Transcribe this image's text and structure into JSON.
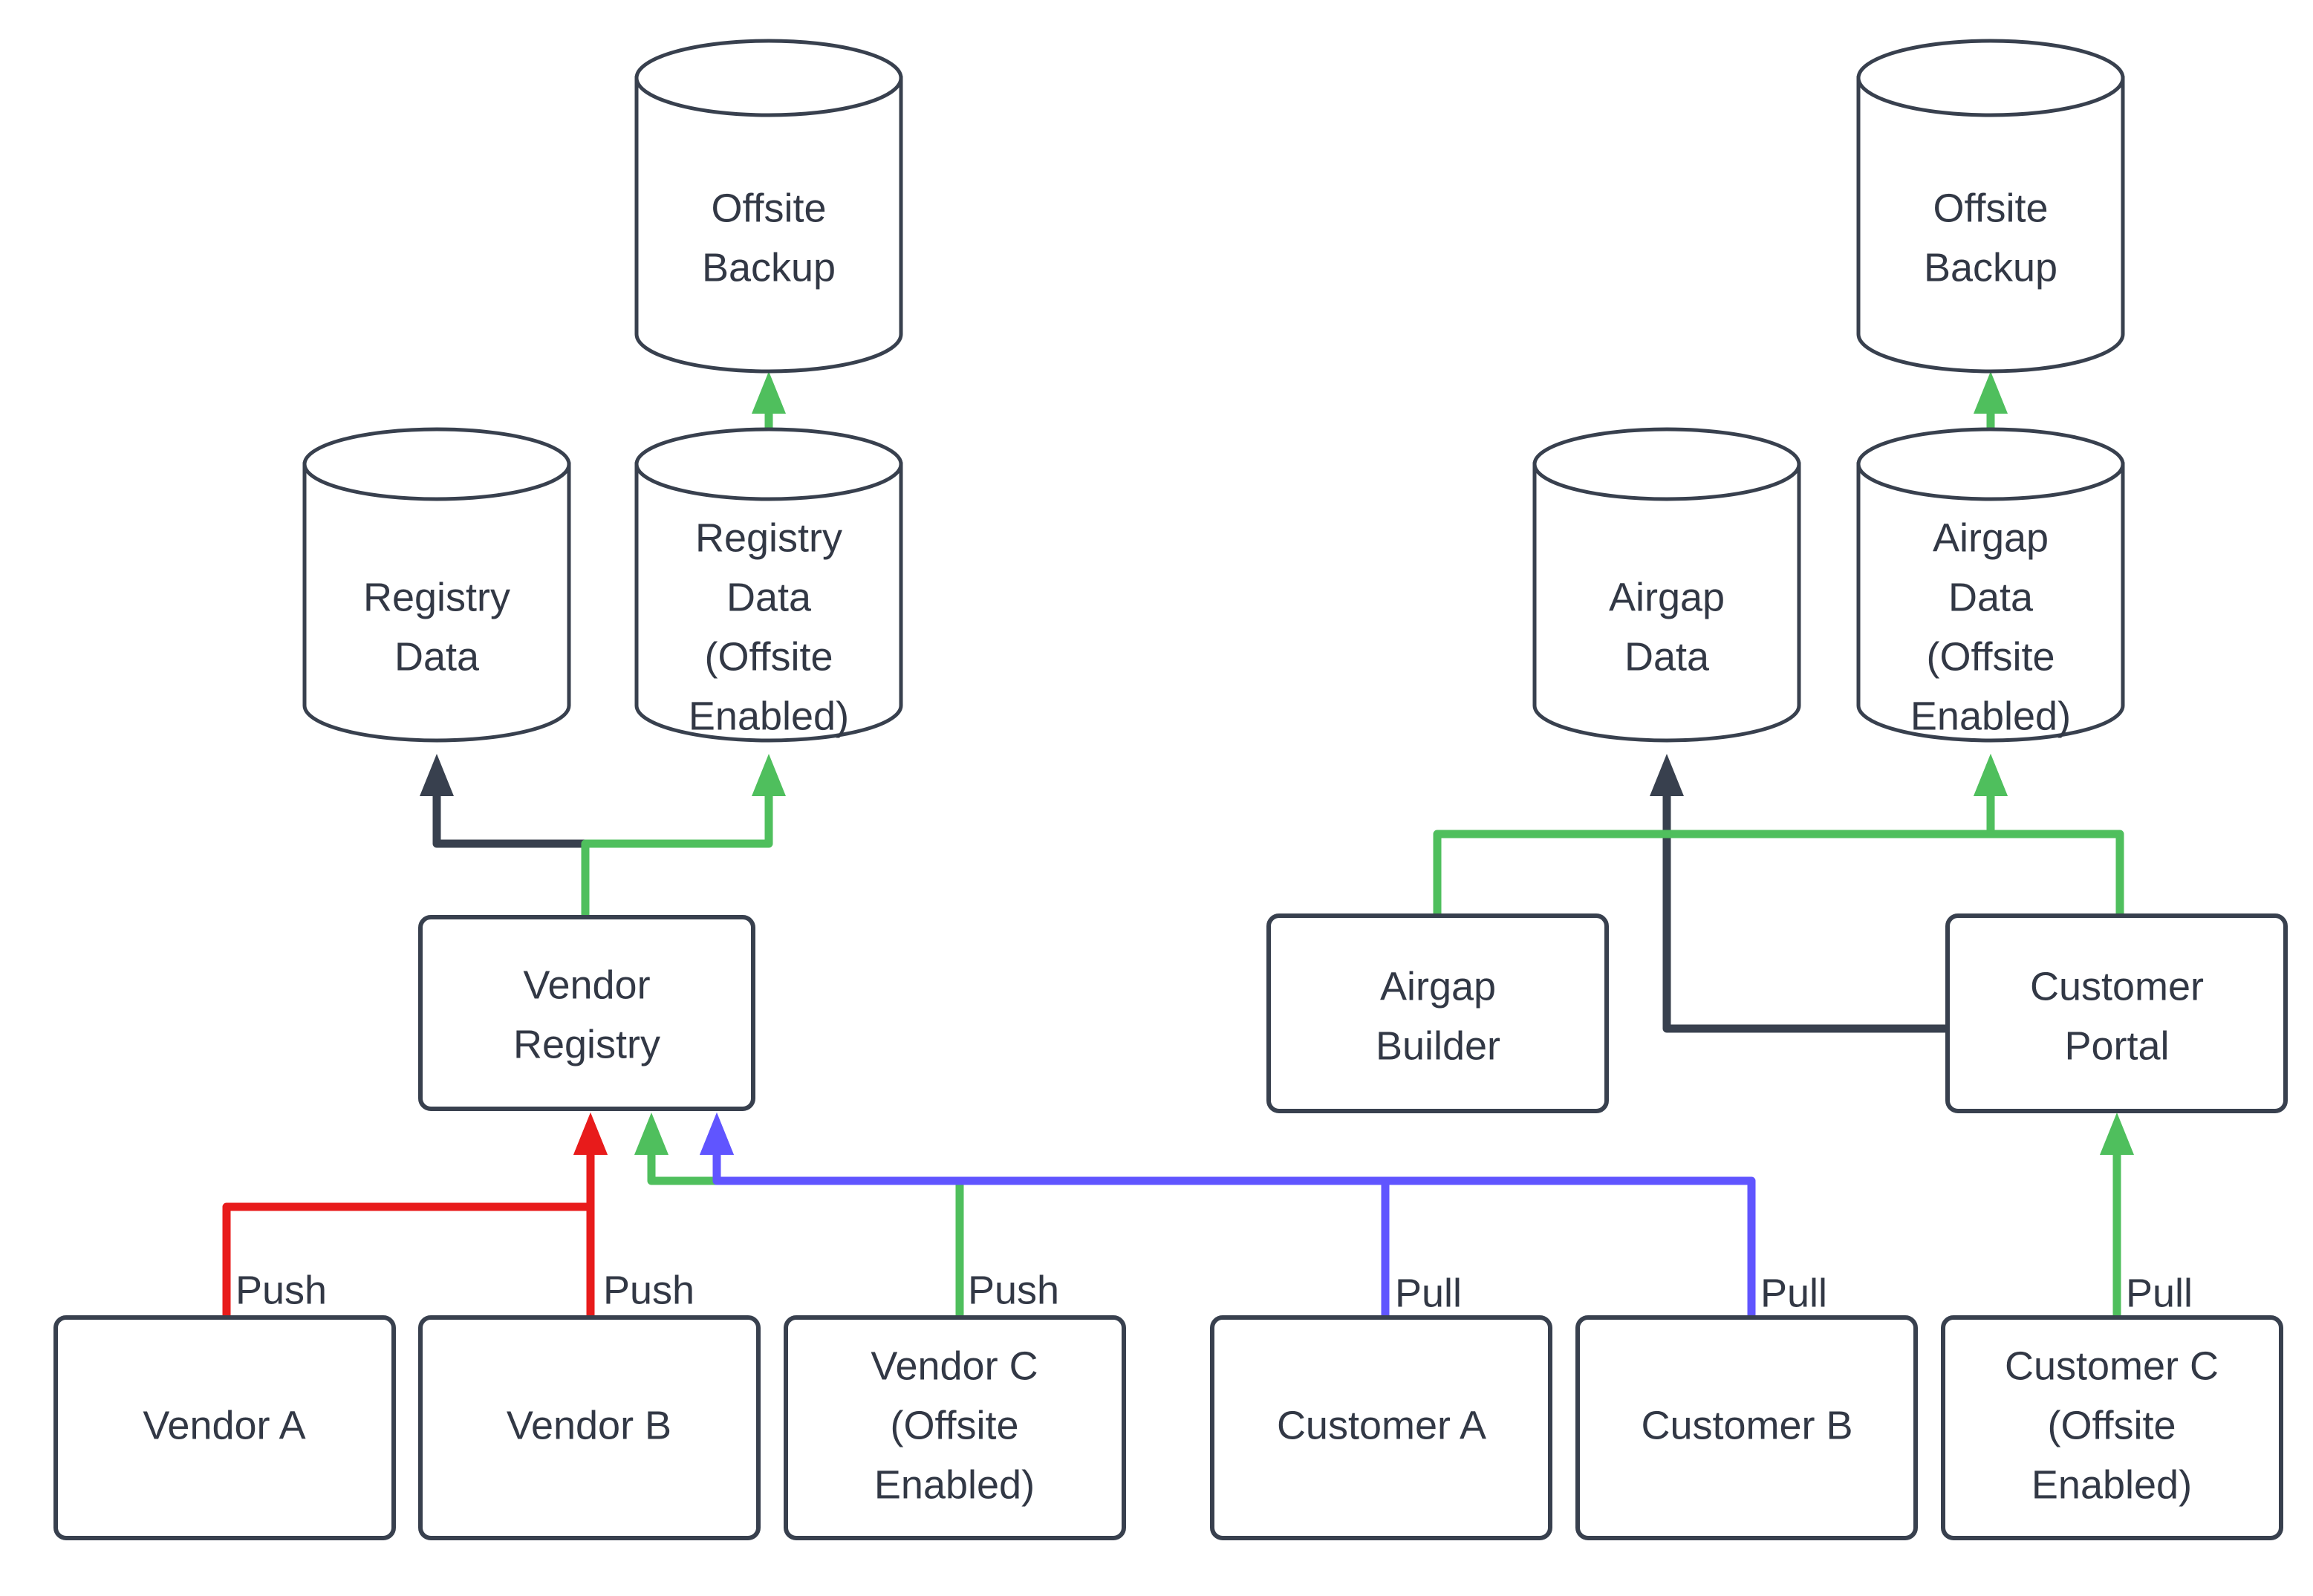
{
  "diagram": {
    "type": "flowchart",
    "background": "#ffffff",
    "colors": {
      "node_stroke": "#38404e",
      "node_fill": "#ffffff",
      "text": "#323845",
      "edge_dark": "#38404e",
      "edge_green": "#4fbf5d",
      "edge_red": "#e81b1b",
      "edge_blue": "#6055ff"
    },
    "nodes": [
      {
        "id": "offsite_backup_left",
        "shape": "cylinder",
        "lines": [
          "Offsite",
          "Backup"
        ]
      },
      {
        "id": "registry_data",
        "shape": "cylinder",
        "lines": [
          "Registry",
          "Data"
        ]
      },
      {
        "id": "registry_data_offsite",
        "shape": "cylinder",
        "lines": [
          "Registry",
          "Data",
          "(Offsite",
          "Enabled)"
        ]
      },
      {
        "id": "vendor_registry",
        "shape": "rect",
        "lines": [
          "Vendor",
          "Registry"
        ]
      },
      {
        "id": "vendor_a",
        "shape": "rect",
        "lines": [
          "Vendor A"
        ]
      },
      {
        "id": "vendor_b",
        "shape": "rect",
        "lines": [
          "Vendor B"
        ]
      },
      {
        "id": "vendor_c",
        "shape": "rect",
        "lines": [
          "Vendor C",
          "(Offsite",
          "Enabled)"
        ]
      },
      {
        "id": "offsite_backup_right",
        "shape": "cylinder",
        "lines": [
          "Offsite",
          "Backup"
        ]
      },
      {
        "id": "airgap_data",
        "shape": "cylinder",
        "lines": [
          "Airgap",
          "Data"
        ]
      },
      {
        "id": "airgap_data_offsite",
        "shape": "cylinder",
        "lines": [
          "Airgap",
          "Data",
          "(Offsite",
          "Enabled)"
        ]
      },
      {
        "id": "airgap_builder",
        "shape": "rect",
        "lines": [
          "Airgap",
          "Builder"
        ]
      },
      {
        "id": "customer_portal",
        "shape": "rect",
        "lines": [
          "Customer",
          "Portal"
        ]
      },
      {
        "id": "customer_a",
        "shape": "rect",
        "lines": [
          "Customer A"
        ]
      },
      {
        "id": "customer_b",
        "shape": "rect",
        "lines": [
          "Customer B"
        ]
      },
      {
        "id": "customer_c",
        "shape": "rect",
        "lines": [
          "Customer C",
          "(Offsite",
          "Enabled)"
        ]
      }
    ],
    "edges": [
      {
        "id": "e1",
        "from": "registry_data_offsite",
        "to": "offsite_backup_left",
        "color": "#4fbf5d",
        "label": ""
      },
      {
        "id": "e2",
        "from": "vendor_registry",
        "to": "registry_data",
        "color": "#38404e",
        "label": ""
      },
      {
        "id": "e3",
        "from": "vendor_registry",
        "to": "registry_data_offsite",
        "color": "#4fbf5d",
        "label": ""
      },
      {
        "id": "e4",
        "from": "vendor_a",
        "to": "vendor_registry",
        "color": "#e81b1b",
        "label": "Push"
      },
      {
        "id": "e5",
        "from": "vendor_b",
        "to": "vendor_registry",
        "color": "#e81b1b",
        "label": "Push"
      },
      {
        "id": "e6",
        "from": "vendor_c",
        "to": "vendor_registry",
        "color": "#4fbf5d",
        "label": "Push"
      },
      {
        "id": "e7",
        "from": "airgap_data_offsite",
        "to": "offsite_backup_right",
        "color": "#4fbf5d",
        "label": ""
      },
      {
        "id": "e8",
        "from": "customer_portal",
        "to": "airgap_data",
        "color": "#38404e",
        "label": ""
      },
      {
        "id": "e9",
        "from": "airgap_builder",
        "to": "airgap_data_offsite",
        "color": "#4fbf5d",
        "label": ""
      },
      {
        "id": "e10",
        "from": "customer_portal",
        "to": "airgap_data_offsite",
        "color": "#4fbf5d",
        "label": ""
      },
      {
        "id": "e11",
        "from": "customer_a",
        "to": "vendor_registry",
        "color": "#6055ff",
        "label": "Pull"
      },
      {
        "id": "e12",
        "from": "customer_b",
        "to": "vendor_registry",
        "color": "#6055ff",
        "label": "Pull"
      },
      {
        "id": "e13",
        "from": "customer_c",
        "to": "customer_portal",
        "color": "#4fbf5d",
        "label": "Pull"
      }
    ],
    "labels": {
      "offsite_backup_left": {
        "line1": "Offsite",
        "line2": "Backup"
      },
      "registry_data": {
        "line1": "Registry",
        "line2": "Data"
      },
      "registry_data_offsite": {
        "line1": "Registry",
        "line2": "Data",
        "line3": "(Offsite",
        "line4": "Enabled)"
      },
      "vendor_registry": {
        "line1": "Vendor",
        "line2": "Registry"
      },
      "vendor_a": {
        "line1": "Vendor A"
      },
      "vendor_b": {
        "line1": "Vendor B"
      },
      "vendor_c": {
        "line1": "Vendor C",
        "line2": "(Offsite",
        "line3": "Enabled)"
      },
      "offsite_backup_right": {
        "line1": "Offsite",
        "line2": "Backup"
      },
      "airgap_data": {
        "line1": "Airgap",
        "line2": "Data"
      },
      "airgap_data_offsite": {
        "line1": "Airgap",
        "line2": "Data",
        "line3": "(Offsite",
        "line4": "Enabled)"
      },
      "airgap_builder": {
        "line1": "Airgap",
        "line2": "Builder"
      },
      "customer_portal": {
        "line1": "Customer",
        "line2": "Portal"
      },
      "customer_a": {
        "line1": "Customer A"
      },
      "customer_b": {
        "line1": "Customer B"
      },
      "customer_c": {
        "line1": "Customer C",
        "line2": "(Offsite",
        "line3": "Enabled)"
      }
    },
    "edge_labels": {
      "vendor_a_push": "Push",
      "vendor_b_push": "Push",
      "vendor_c_push": "Push",
      "customer_a_pull": "Pull",
      "customer_b_pull": "Pull",
      "customer_c_pull": "Pull"
    }
  }
}
